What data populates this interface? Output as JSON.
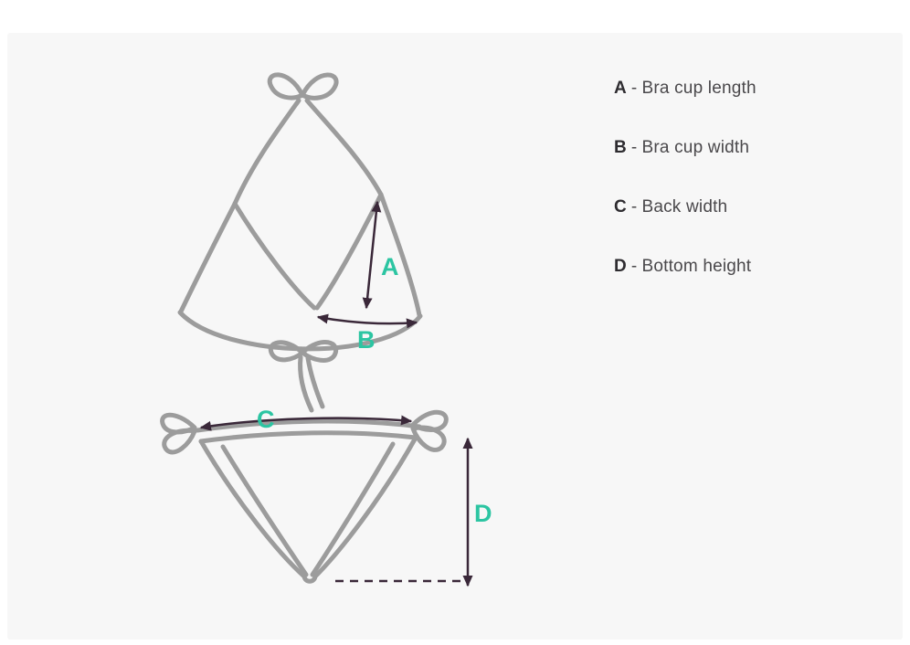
{
  "page": {
    "background": "#ffffff",
    "panel_background": "#f7f7f7"
  },
  "diagram": {
    "labels": {
      "a": "A",
      "b": "B",
      "c": "C",
      "d": "D"
    },
    "colors": {
      "garment_line": "#9c9c9c",
      "arrow": "#3a2839",
      "accent": "#2cc5a2"
    }
  },
  "legend": {
    "separator": "-",
    "items": [
      {
        "key": "A",
        "label": "Bra cup length"
      },
      {
        "key": "B",
        "label": "Bra cup width"
      },
      {
        "key": "C",
        "label": "Back width"
      },
      {
        "key": "D",
        "label": "Bottom height"
      }
    ]
  }
}
